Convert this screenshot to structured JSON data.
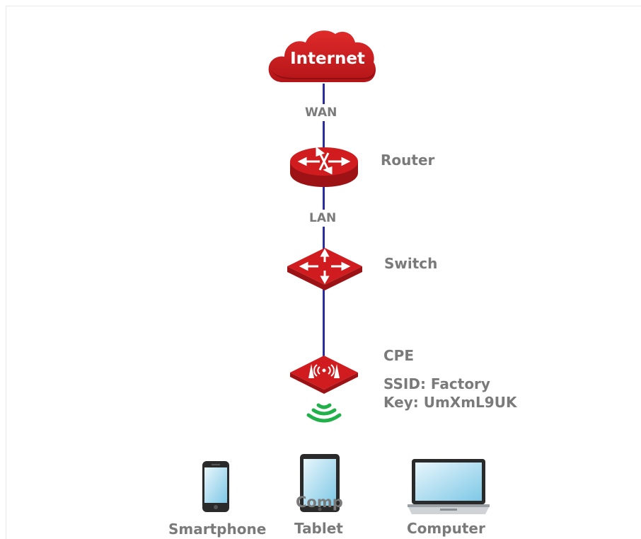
{
  "nodes": {
    "internet": "Internet",
    "router": "Router",
    "switch": "Switch",
    "cpe": "CPE",
    "cpe_ssid": "SSID: Factory",
    "cpe_key": "Key: UmXmL9UK"
  },
  "links": {
    "wan": "WAN",
    "lan": "LAN"
  },
  "clients": {
    "smartphone": "Smartphone",
    "tablet": "Tablet",
    "tablet_overlap": "Comp",
    "computer": "Computer"
  },
  "colors": {
    "device_red": "#d01c1f",
    "link_blue": "#2a2d9e",
    "wifi_green": "#22b04b",
    "label_gray": "#7a7a7a"
  }
}
